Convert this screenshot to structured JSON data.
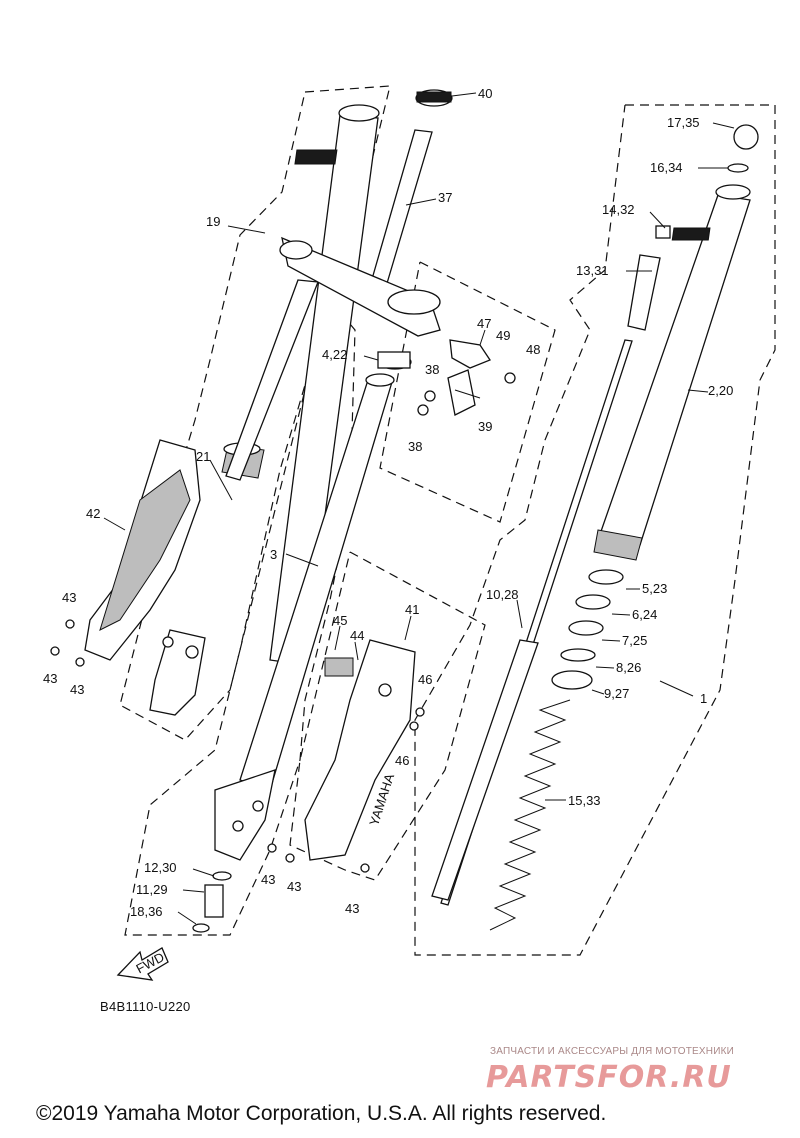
{
  "diagram": {
    "callouts": [
      "40",
      "37",
      "19",
      "17,35",
      "16,34",
      "14,32",
      "13,31",
      "47",
      "49",
      "48",
      "4,22",
      "38",
      "38",
      "39",
      "2,20",
      "21",
      "42",
      "3",
      "10,28",
      "5,23",
      "6,24",
      "7,25",
      "8,26",
      "9,27",
      "1",
      "41",
      "45",
      "44",
      "46",
      "46",
      "43",
      "43",
      "43",
      "43",
      "15,33",
      "12,30",
      "11,29",
      "18,36",
      "43",
      "43",
      "43"
    ],
    "fwd_label": "FWD",
    "stamp_text": "YAMAHA",
    "diagram_code": "B4B1110-U220"
  },
  "watermark": {
    "caption": "ЗАПЧАСТИ И АКСЕССУАРЫ ДЛЯ МОТОТЕХНИКИ",
    "logo": "PARTSFOR.RU"
  },
  "footer": {
    "copyright": "©2019 Yamaha Motor Corporation, U.S.A. All rights reserved."
  }
}
